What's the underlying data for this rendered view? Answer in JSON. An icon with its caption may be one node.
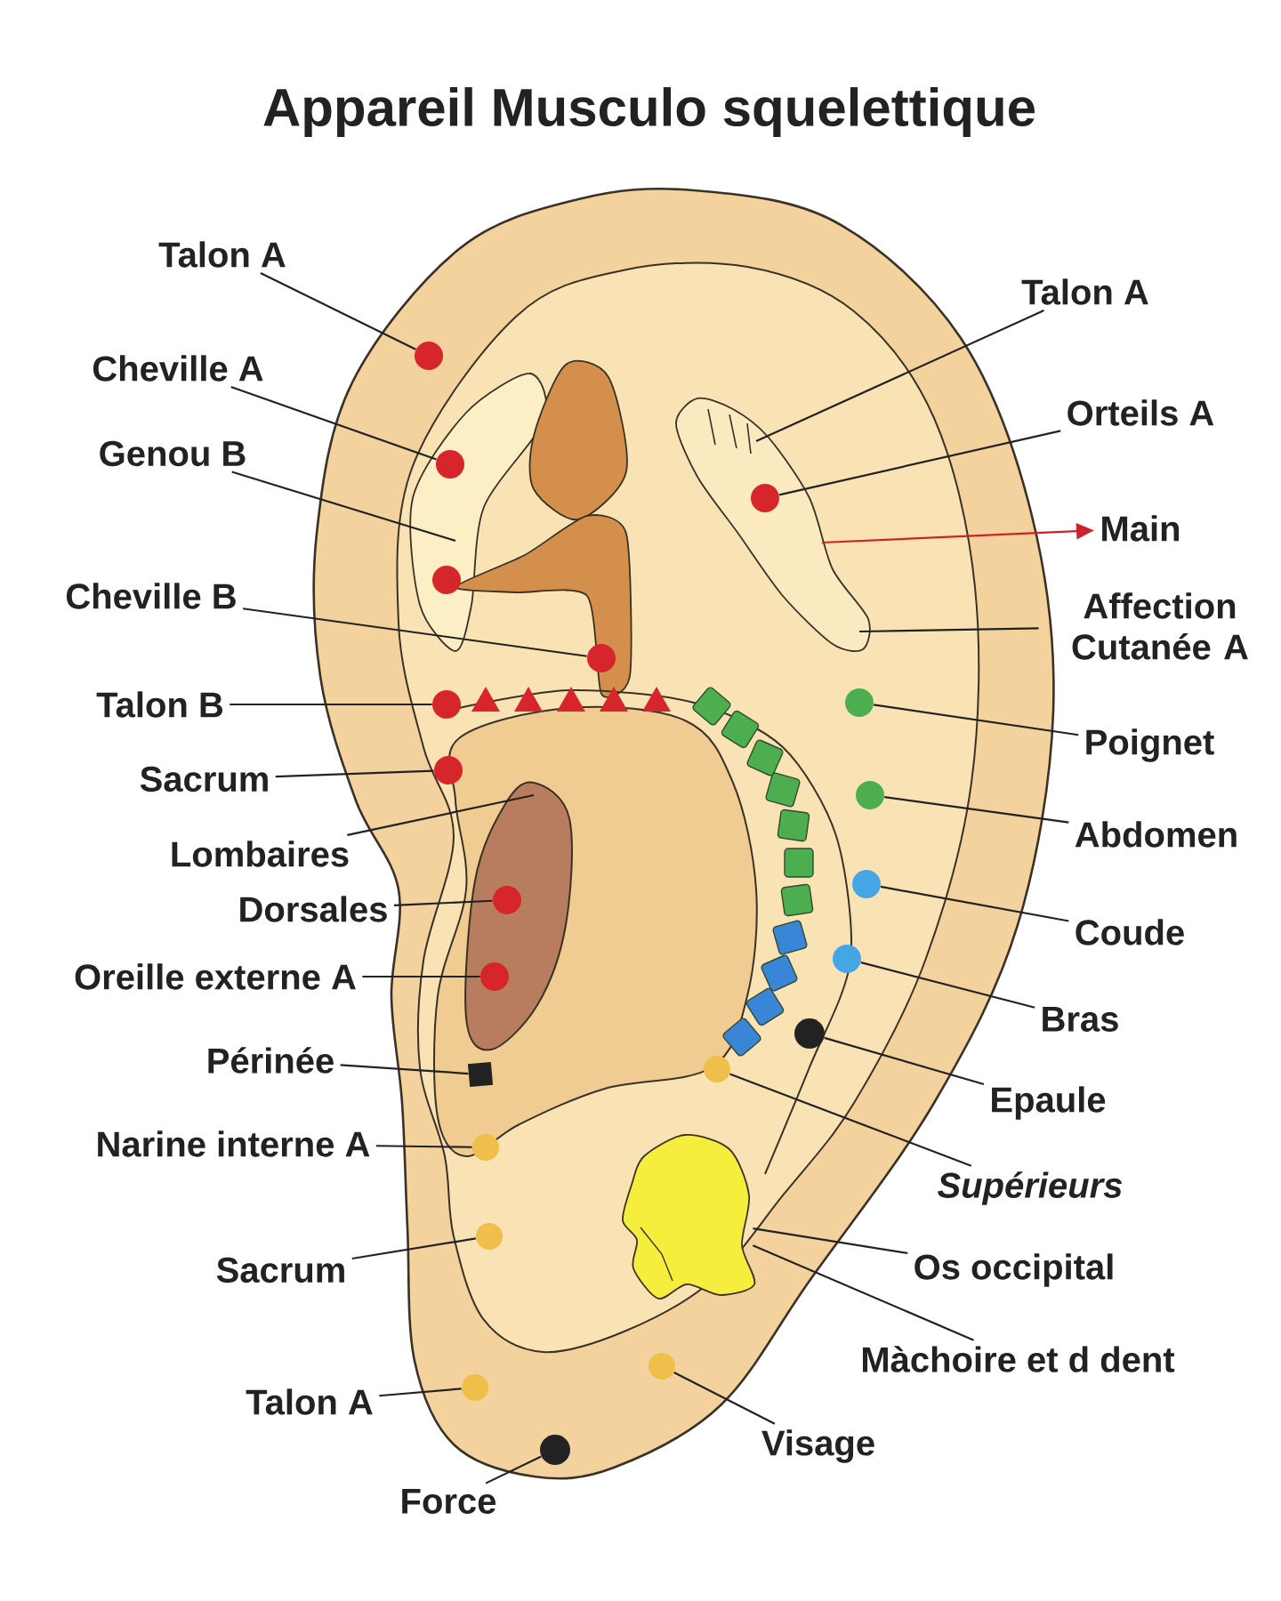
{
  "diagram": {
    "title": "Appareil Musculo squelettique",
    "nodes": [
      {
        "text": [
          "Talon A"
        ]
      },
      {
        "text": [
          "Cheville A"
        ]
      },
      {
        "text": [
          "Genou B"
        ]
      },
      {
        "text": [
          "Cheville B"
        ]
      },
      {
        "text": [
          "Talon B"
        ]
      },
      {
        "text": [
          "Sacrum"
        ]
      },
      {
        "text": [
          "Lombaires"
        ]
      },
      {
        "text": [
          "Dorsales"
        ]
      },
      {
        "text": [
          "Oreille externe A"
        ]
      },
      {
        "text": [
          "Périnée"
        ]
      },
      {
        "text": [
          "Narine interne A"
        ]
      },
      {
        "text": [
          "Sacrum"
        ]
      },
      {
        "text": [
          "Talon A"
        ]
      },
      {
        "text": [
          "Force"
        ]
      },
      {
        "text": [
          "Talon A"
        ]
      },
      {
        "text": [
          "Orteils A"
        ]
      },
      {
        "text": [
          "Main"
        ]
      },
      {
        "text": [
          "Affection Cutanée A"
        ]
      },
      {
        "text": [
          "Poignet"
        ]
      },
      {
        "text": [
          "Abdomen"
        ]
      },
      {
        "text": [
          "Coude"
        ]
      },
      {
        "text": [
          "Bras"
        ]
      },
      {
        "text": [
          "Epaule"
        ]
      },
      {
        "text": [
          "Supérieurs"
        ]
      },
      {
        "text": [
          "Os occipital"
        ]
      },
      {
        "text": [
          "Màchoire et d dent"
        ]
      },
      {
        "text": [
          "Visage"
        ]
      },
      {
        "text": [],
        "shape": "circle"
      },
      {
        "text": [],
        "shape": "circle"
      },
      {
        "text": [],
        "shape": "circle"
      },
      {
        "text": [],
        "shape": "circle"
      },
      {
        "text": [],
        "shape": "circle"
      },
      {
        "text": [],
        "shape": "circle"
      },
      {
        "text": [],
        "shape": "circle"
      },
      {
        "text": [],
        "shape": "circle"
      },
      {
        "text": [],
        "shape": "square"
      },
      {
        "text": [],
        "shape": "circle"
      },
      {
        "text": [],
        "shape": "circle"
      },
      {
        "text": [],
        "shape": "circle"
      },
      {
        "text": [],
        "shape": "circle"
      },
      {
        "text": [],
        "shape": "circle"
      },
      {
        "text": [],
        "shape": "circle"
      },
      {
        "text": [],
        "shape": "circle"
      },
      {
        "text": [],
        "shape": "circle"
      },
      {
        "text": [],
        "shape": "circle"
      },
      {
        "text": [],
        "shape": "circle"
      },
      {
        "text": [],
        "shape": "circle"
      },
      {
        "text": [],
        "shape": "picture"
      },
      {
        "text": [],
        "shape": "circle"
      }
    ],
    "edges": [
      {
        "from": 0,
        "to": 27,
        "arrow": "none"
      },
      {
        "from": 1,
        "to": 28,
        "arrow": "none"
      },
      {
        "from": 2,
        "to": null,
        "arrow": "none"
      },
      {
        "from": 3,
        "to": 30,
        "arrow": "none"
      },
      {
        "from": 4,
        "to": 31,
        "arrow": "none"
      },
      {
        "from": 5,
        "to": 32,
        "arrow": "none"
      },
      {
        "from": 6,
        "to": null,
        "arrow": "none"
      },
      {
        "from": 7,
        "to": 33,
        "arrow": "none"
      },
      {
        "from": 8,
        "to": 34,
        "arrow": "none"
      },
      {
        "from": 9,
        "to": 35,
        "arrow": "none"
      },
      {
        "from": 10,
        "to": 36,
        "arrow": "none"
      },
      {
        "from": 11,
        "to": 37,
        "arrow": "none"
      },
      {
        "from": 12,
        "to": 38,
        "arrow": "none"
      },
      {
        "from": 13,
        "to": 39,
        "arrow": "none"
      },
      {
        "from": 14,
        "to": null,
        "arrow": "none"
      },
      {
        "from": 15,
        "to": 40,
        "arrow": "none"
      },
      {
        "from": null,
        "to": 16,
        "arrow": "to",
        "color": "#cc2229"
      },
      {
        "from": 17,
        "to": null,
        "arrow": "none"
      },
      {
        "from": 18,
        "to": 41,
        "arrow": "none"
      },
      {
        "from": 19,
        "to": 42,
        "arrow": "none"
      },
      {
        "from": 20,
        "to": 43,
        "arrow": "none"
      },
      {
        "from": 21,
        "to": 44,
        "arrow": "none"
      },
      {
        "from": 22,
        "to": 45,
        "arrow": "none"
      },
      {
        "from": 23,
        "to": 46,
        "arrow": "none"
      },
      {
        "from": 24,
        "to": 47,
        "arrow": "none"
      },
      {
        "from": 25,
        "to": 47,
        "arrow": "none"
      },
      {
        "from": 26,
        "to": 48,
        "arrow": "none"
      }
    ]
  }
}
